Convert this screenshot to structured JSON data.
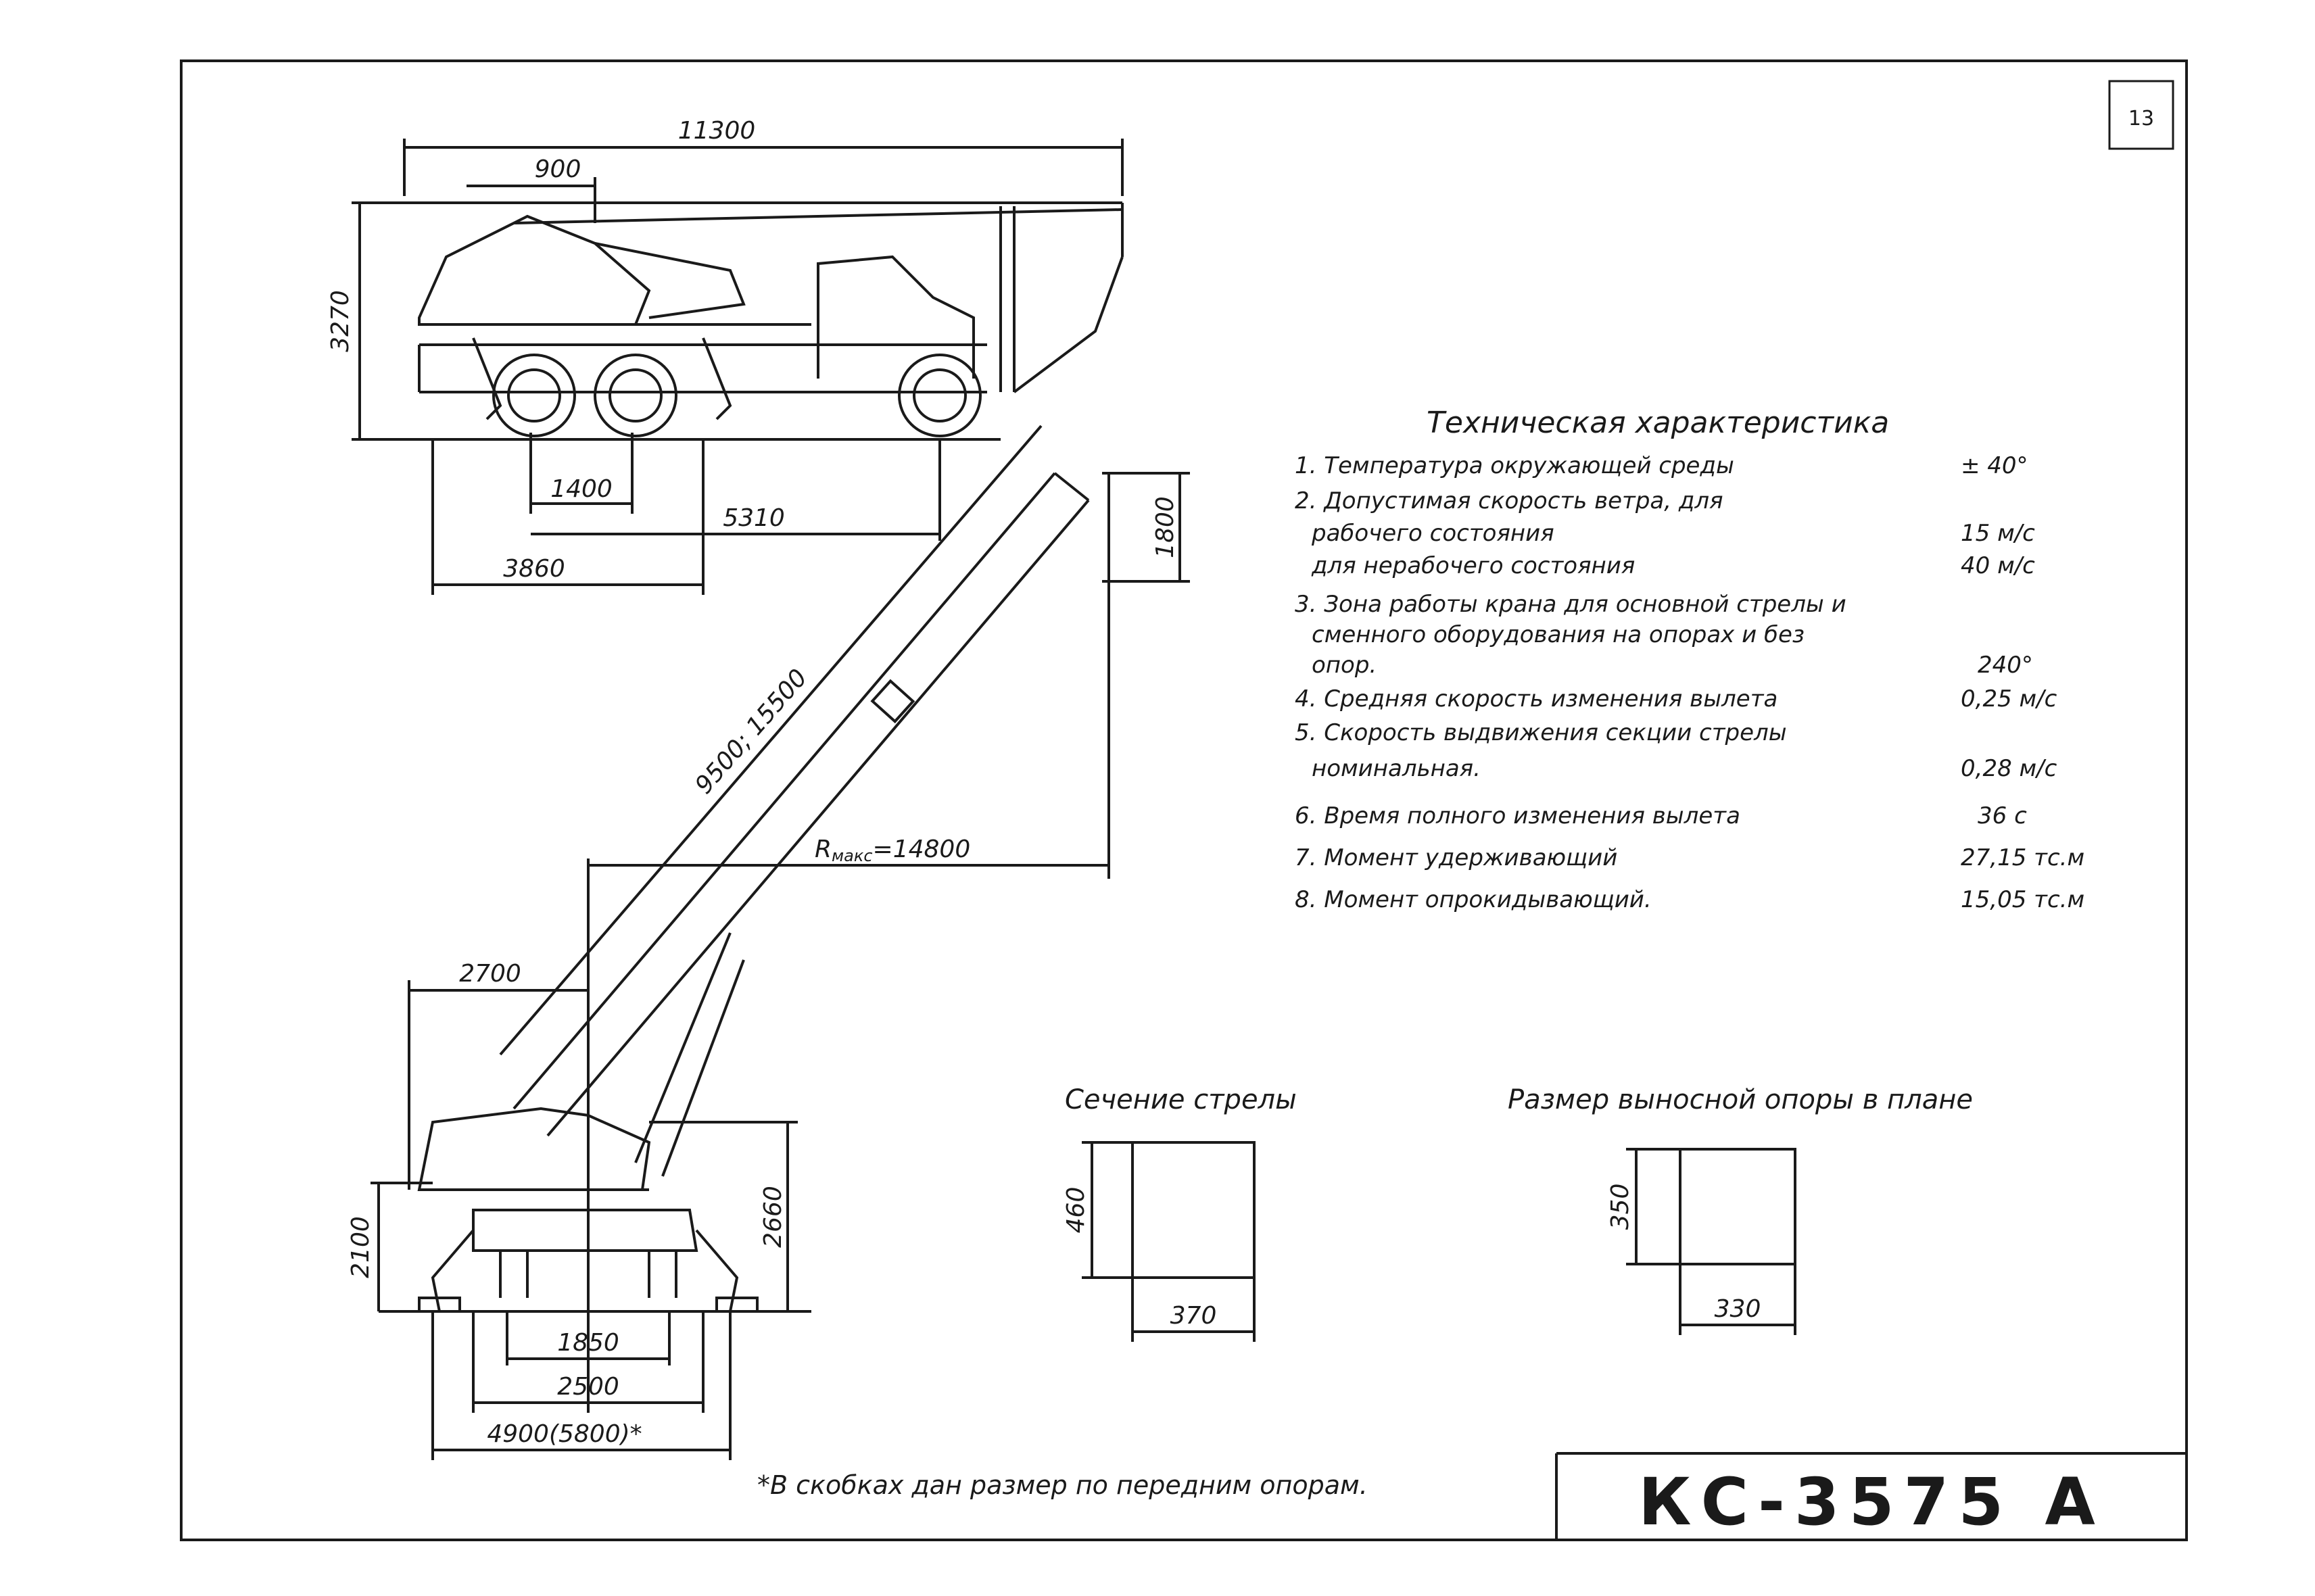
{
  "sheet": {
    "page_number": "13"
  },
  "side_view": {
    "dims": {
      "overall_length": "11300",
      "front_overhang": "900",
      "height": "3270",
      "rear_axle_spacing": "1400",
      "wheelbase": "5310",
      "rear_to_outrigger": "3860"
    }
  },
  "crane_view": {
    "dims": {
      "boom_length": "9500; 15500",
      "hook_drop": "1800",
      "max_radius": "R",
      "max_radius_sub": "макс",
      "max_radius_value": "=14800",
      "tail_radius": "2700",
      "outrigger_height_left": "2100",
      "outrigger_height_right": "2660",
      "base_1850": "1850",
      "base_2500": "2500",
      "base_4900": "4900(5800)*"
    }
  },
  "boom_section": {
    "title": "Сечение стрелы",
    "height": "460",
    "width": "370"
  },
  "outrigger_pad": {
    "title": "Размер выносной опоры в плане",
    "height": "350",
    "width": "330"
  },
  "specs": {
    "title": "Техническая характеристика",
    "items": [
      {
        "label": "1. Температура окружающей среды",
        "value": "± 40°"
      },
      {
        "label": "2. Допустимая скорость ветра, для",
        "value": ""
      },
      {
        "label": "рабочего состояния",
        "value": "15 м/с"
      },
      {
        "label": "для нерабочего состояния",
        "value": "40 м/с"
      },
      {
        "label": "3. Зона работы крана для основной стрелы и",
        "value": ""
      },
      {
        "label": "сменного оборудования на опорах и без",
        "value": ""
      },
      {
        "label": "опор.",
        "value": "240°"
      },
      {
        "label": "4. Средняя скорость изменения вылета",
        "value": "0,25 м/с"
      },
      {
        "label": "5. Скорость выдвижения секции стрелы",
        "value": ""
      },
      {
        "label": "номинальная.",
        "value": "0,28 м/с"
      },
      {
        "label": "6. Время полного изменения вылета",
        "value": "36 с"
      },
      {
        "label": "7. Момент удерживающий",
        "value": "27,15 тс.м"
      },
      {
        "label": "8. Момент опрокидывающий.",
        "value": "15,05 тс.м"
      }
    ]
  },
  "footnote": "*В скобках дан размер по передним опорам.",
  "model": "КС-3575 А"
}
